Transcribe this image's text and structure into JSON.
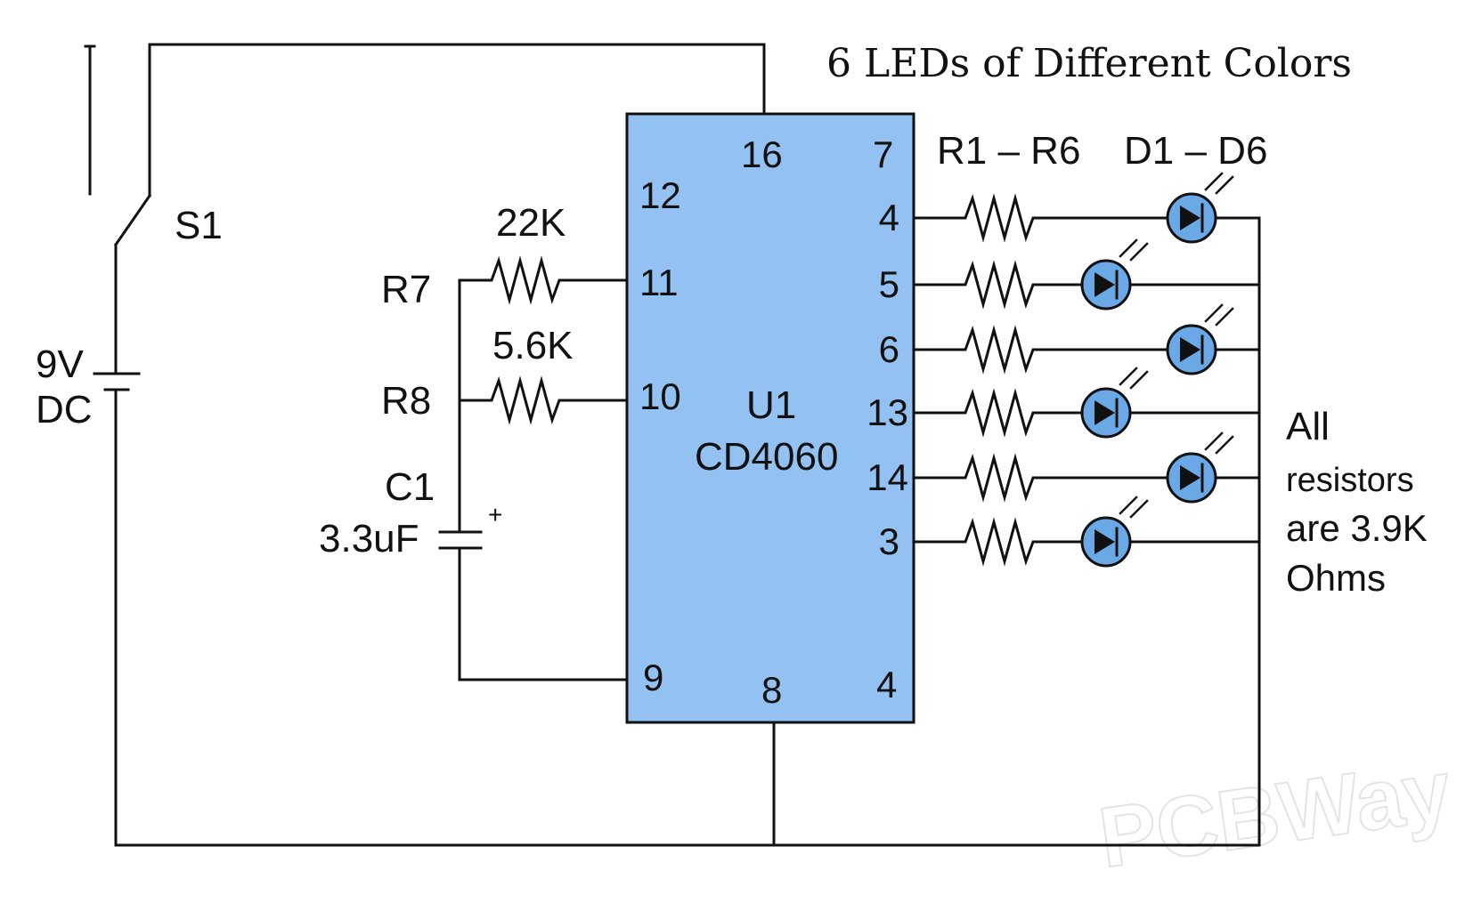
{
  "title": "6 LEDs of Different Colors",
  "watermark": "PCBWay",
  "colors": {
    "ic_fill": "#92c1f2",
    "led_fill": "#6aa9e6",
    "wire": "#111111"
  },
  "switch": {
    "label": "S1"
  },
  "battery": {
    "label_line1": "9V",
    "label_line2": "DC"
  },
  "r7": {
    "name": "R7",
    "value": "22K"
  },
  "r8": {
    "name": "R8",
    "value": "5.6K"
  },
  "c1": {
    "name": "C1",
    "value": "3.3uF",
    "polarity": "+"
  },
  "ic": {
    "name": "U1",
    "part": "CD4060",
    "pins": {
      "top": "16",
      "upper_left": "12",
      "left_11": "11",
      "left_10": "10",
      "left_9": "9",
      "bottom": "8",
      "bottom_right": "4",
      "top_right": "7"
    }
  },
  "resistor_group_label": "R1 – R6",
  "led_group_label": "D1 – D6",
  "outputs": [
    {
      "pin": "4"
    },
    {
      "pin": "5"
    },
    {
      "pin": "6"
    },
    {
      "pin": "13"
    },
    {
      "pin": "14"
    },
    {
      "pin": "3"
    }
  ],
  "note": {
    "line1": "All",
    "line2": "resistors",
    "line3": "are 3.9K",
    "line4": "Ohms"
  }
}
